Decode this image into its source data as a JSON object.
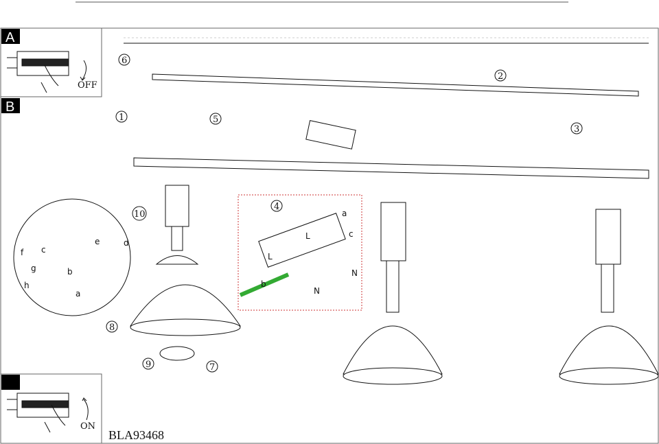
{
  "sections": {
    "a": "A",
    "b": "B"
  },
  "switch_off": "OFF",
  "switch_on": "ON",
  "model_code": "BLA93468",
  "steps": [
    "1",
    "2",
    "3",
    "4",
    "5",
    "6",
    "7",
    "8",
    "9",
    "10"
  ],
  "letters": {
    "a": "a",
    "b": "b",
    "c": "c",
    "d": "d",
    "e": "e",
    "f": "f",
    "g": "g",
    "h": "h"
  },
  "wires": {
    "live": "L",
    "neutral": "N"
  }
}
